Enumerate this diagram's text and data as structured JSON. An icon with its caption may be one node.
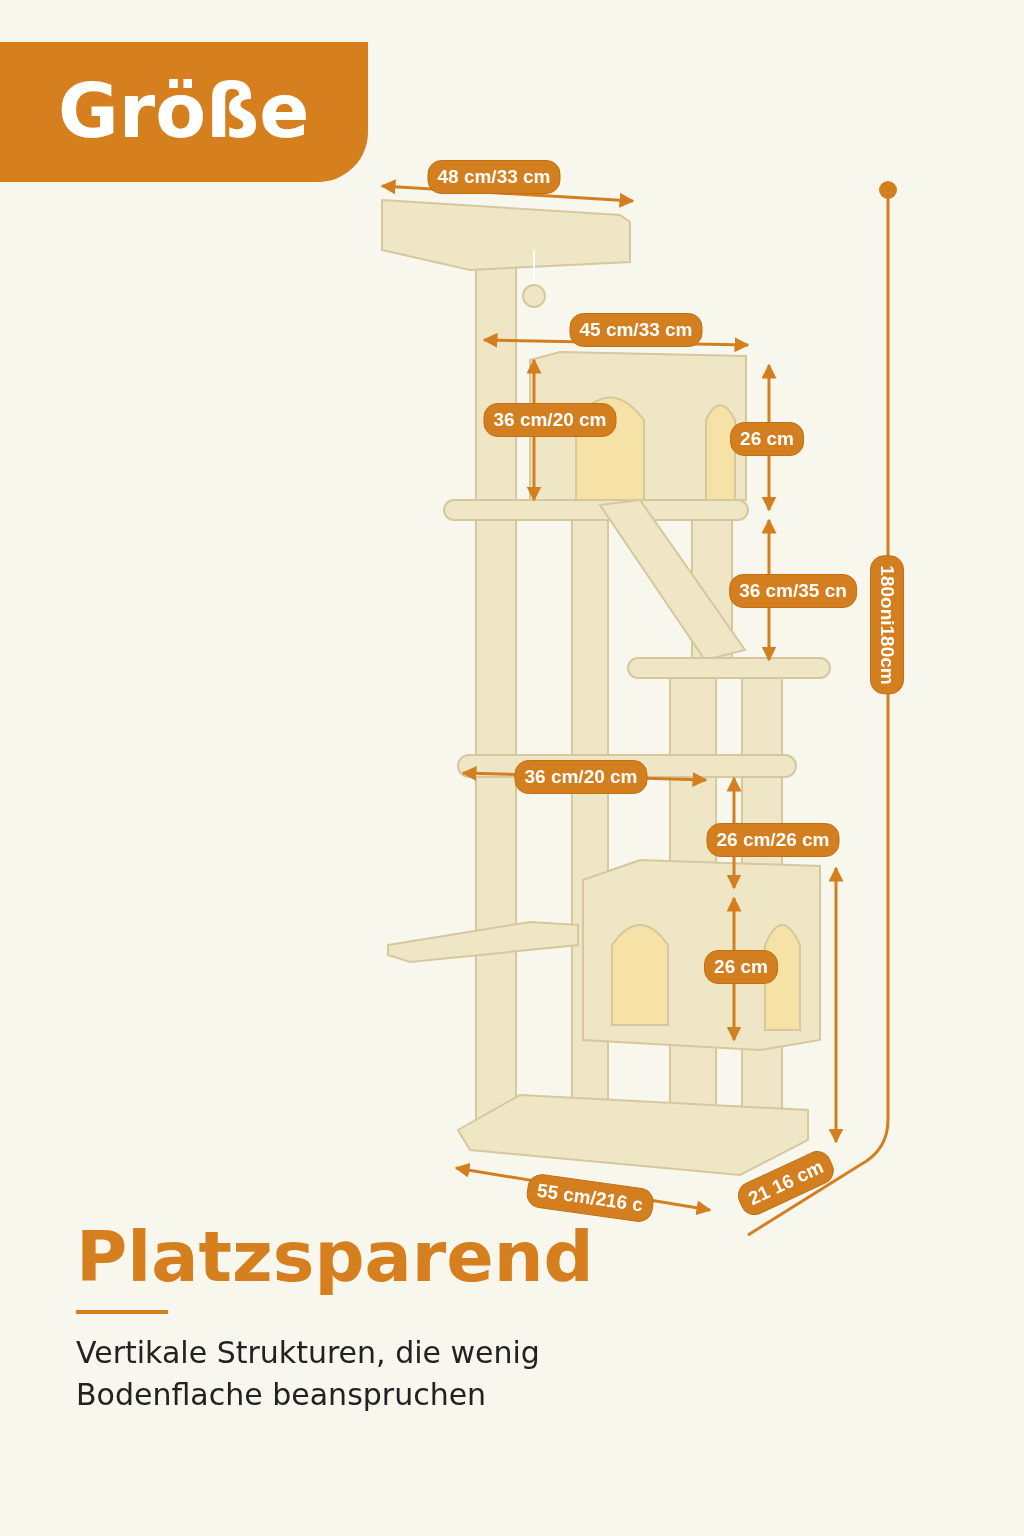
{
  "diagram": {
    "title": "Größe",
    "labels": [
      "48 cm/33 cm",
      "45 cm/33 cm",
      "36 cm/20 cm",
      "26 cm",
      "36 cm/35 cn",
      "180oni180cm",
      "36 cm/20 cm",
      "26 cm/26 cm",
      "26 cm",
      "55 cm/216 c",
      "21 16 cm",
      "Platzsparend",
      "Vertikale Strukturen, die wenig Bodenflache beanspruchen"
    ]
  }
}
